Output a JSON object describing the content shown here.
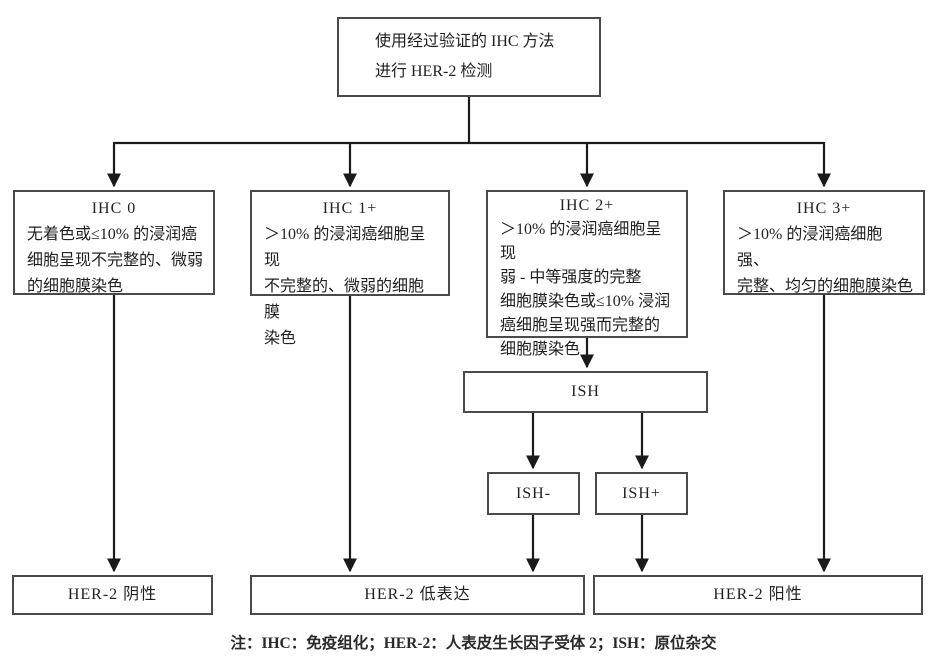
{
  "colors": {
    "background": "#ffffff",
    "ink": "#1a1a1a",
    "box_border": "#4a4a4a"
  },
  "root": {
    "label": "使用经过验证的 IHC 方法\n进行 HER-2 检测"
  },
  "branches": [
    {
      "title": "IHC 0",
      "body": "无着色或≤10% 的浸润癌\n细胞呈现不完整的、微弱\n的细胞膜染色"
    },
    {
      "title": "IHC 1+",
      "body": "＞10% 的浸润癌细胞呈现\n不完整的、微弱的细胞膜\n染色"
    },
    {
      "title": "IHC 2+",
      "body": "＞10% 的浸润癌细胞呈现\n弱 - 中等强度的完整\n细胞膜染色或≤10% 浸润\n癌细胞呈现强而完整的\n细胞膜染色"
    },
    {
      "title": "IHC 3+",
      "body": "＞10% 的浸润癌细胞强、\n完整、均匀的细胞膜染色"
    }
  ],
  "ish": {
    "label": "ISH",
    "negative_label": "ISH-",
    "positive_label": "ISH+"
  },
  "outcomes": {
    "negative": "HER-2 阴性",
    "low": "HER-2 低表达",
    "positive": "HER-2 阳性"
  },
  "note": "注：IHC：免疫组化；HER-2：人表皮生长因子受体 2；ISH：原位杂交"
}
